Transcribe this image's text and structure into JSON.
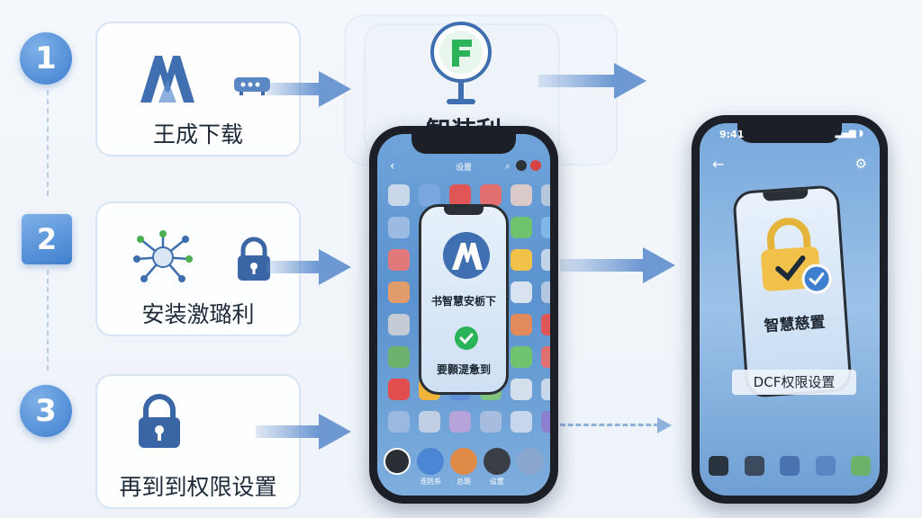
{
  "steps": [
    {
      "number": "1",
      "label": "王成下载"
    },
    {
      "number": "2",
      "label": "安装激璐利"
    },
    {
      "number": "3",
      "label": "再到到权限设置"
    }
  ],
  "center": {
    "title": "智装利",
    "header": "设置",
    "inner_text_top": "书智慧安栃下",
    "inner_text_bottom": "要顥湜惫到",
    "dock_labels": [
      "淮防系",
      "总题",
      "设置"
    ]
  },
  "right": {
    "title": "智慧慈置",
    "subtitle": "DCF权限设置"
  },
  "status": {
    "time": "9:41"
  },
  "colors": {
    "accent": "#3f7fcf",
    "arrow": "#6d98d2",
    "check": "#2bb35a"
  }
}
